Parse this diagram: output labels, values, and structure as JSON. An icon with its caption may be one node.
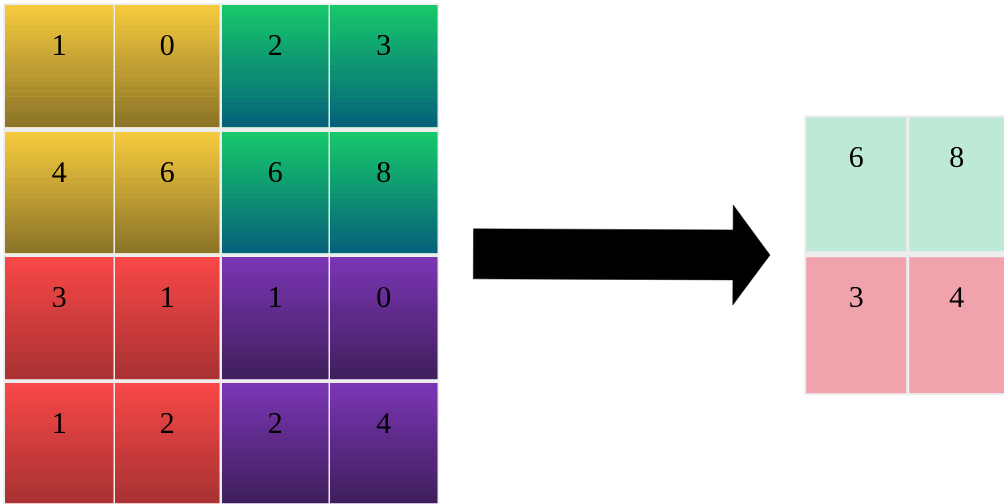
{
  "diagram": {
    "nodes": [
      {
        "text": [],
        "shape": "box"
      },
      {
        "text": [
          "1"
        ],
        "in": 0
      },
      {
        "text": [
          "0"
        ],
        "in": 0
      },
      {
        "text": [
          "2"
        ],
        "in": 0
      },
      {
        "text": [
          "3"
        ],
        "in": 0
      },
      {
        "text": [
          "4"
        ],
        "in": 0
      },
      {
        "text": [
          "6"
        ],
        "in": 0
      },
      {
        "text": [
          "6"
        ],
        "in": 0
      },
      {
        "text": [
          "8"
        ],
        "in": 0
      },
      {
        "text": [
          "3"
        ],
        "in": 0
      },
      {
        "text": [
          "1"
        ],
        "in": 0
      },
      {
        "text": [
          "1"
        ],
        "in": 0
      },
      {
        "text": [
          "0"
        ],
        "in": 0
      },
      {
        "text": [
          "1"
        ],
        "in": 0
      },
      {
        "text": [
          "2"
        ],
        "in": 0
      },
      {
        "text": [
          "2"
        ],
        "in": 0
      },
      {
        "text": [
          "4"
        ],
        "in": 0
      },
      {
        "text": [],
        "shape": "box"
      },
      {
        "text": [
          "6"
        ],
        "in": 17
      },
      {
        "text": [
          "8"
        ],
        "in": 17
      },
      {
        "text": [
          "3"
        ],
        "in": 17
      },
      {
        "text": [
          "4"
        ],
        "in": 17
      }
    ],
    "edges": [
      {
        "from": 0,
        "to": 17,
        "arrow": "to",
        "style": "thick"
      }
    ]
  }
}
